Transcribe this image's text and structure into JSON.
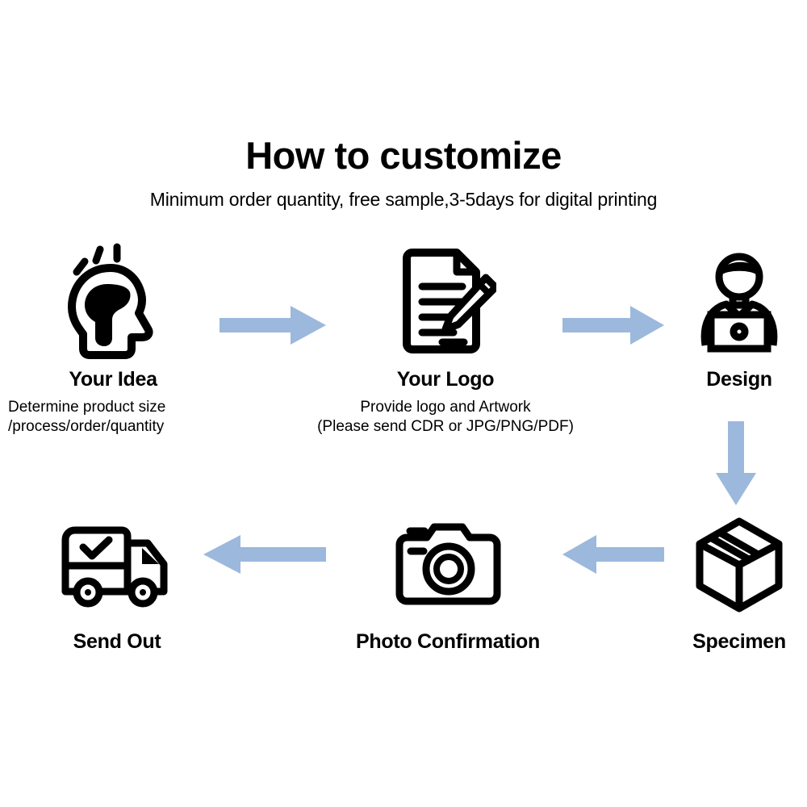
{
  "header": {
    "title": "How to customize",
    "subtitle": "Minimum order quantity, free sample,3-5days for digital printing"
  },
  "colors": {
    "arrow": "#9cb8dc",
    "icon": "#000000",
    "background": "#ffffff",
    "text": "#000000"
  },
  "steps": [
    {
      "id": "idea",
      "icon": "head-lightbulb-icon",
      "label": "Your Idea",
      "description": "Determine product size\n/process/order/quantity"
    },
    {
      "id": "logo",
      "icon": "document-pencil-icon",
      "label": "Your Logo",
      "description": "Provide logo and Artwork\n(Please send CDR or JPG/PNG/PDF)"
    },
    {
      "id": "design",
      "icon": "person-laptop-icon",
      "label": "Design",
      "description": ""
    },
    {
      "id": "specimen",
      "icon": "package-box-icon",
      "label": "Specimen",
      "description": ""
    },
    {
      "id": "photo",
      "icon": "camera-icon",
      "label": "Photo Confirmation",
      "description": ""
    },
    {
      "id": "sendout",
      "icon": "delivery-truck-icon",
      "label": "Send Out",
      "description": ""
    }
  ],
  "arrows": [
    {
      "id": "idea-to-logo",
      "direction": "right"
    },
    {
      "id": "logo-to-design",
      "direction": "right"
    },
    {
      "id": "design-to-specimen",
      "direction": "down"
    },
    {
      "id": "specimen-to-photo",
      "direction": "left"
    },
    {
      "id": "photo-to-sendout",
      "direction": "left"
    }
  ]
}
